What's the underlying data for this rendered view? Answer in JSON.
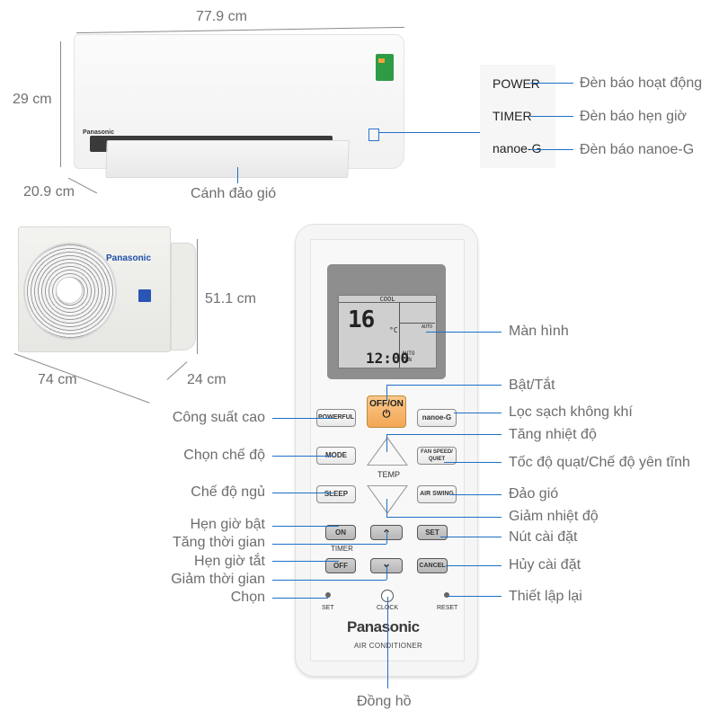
{
  "indoor_unit": {
    "width": "77.9 cm",
    "height": "29 cm",
    "depth": "20.9 cm",
    "brand": "Panasonic",
    "flap_label": "Cánh đảo gió"
  },
  "indicator_panel": {
    "items": [
      {
        "code": "POWER",
        "label": "Đèn báo hoạt động"
      },
      {
        "code": "TIMER",
        "label": "Đèn báo hẹn giờ"
      },
      {
        "code": "nanoe-G",
        "label": "Đèn báo nanoe-G"
      }
    ]
  },
  "outdoor_unit": {
    "brand": "Panasonic",
    "height": "51.1 cm",
    "width": "74 cm",
    "depth": "24 cm"
  },
  "remote": {
    "lcd": {
      "mode": "COOL",
      "temperature": "16",
      "unit": "°C",
      "time": "12:00",
      "fan": "AUTO\nFAN",
      "swing": "AUTO"
    },
    "buttons": {
      "offon": "OFF/ON",
      "power_symbol": "⏻",
      "powerful": "POWERFUL",
      "nanoe": "nanoe-G",
      "mode": "MODE",
      "fan_speed": "FAN SPEED/ QUIET",
      "temp": "TEMP",
      "sleep": "SLEEP",
      "air_swing": "AIR SWING",
      "timer_on": "ON",
      "timer": "TIMER",
      "timer_up": "⌃",
      "set": "SET",
      "timer_off": "OFF",
      "timer_down": "⌄",
      "cancel": "CANCEL",
      "set_small": "SET",
      "clock": "CLOCK",
      "reset": "RESET"
    },
    "brand": "Panasonic",
    "subtitle": "AIR CONDITIONER"
  },
  "callouts_left": [
    "Công suất cao",
    "Chọn chế độ",
    "Chế độ ngủ",
    "Hẹn giờ bật",
    "Tăng thời gian",
    "Hẹn giờ tắt",
    "Giảm thời gian",
    "Chọn"
  ],
  "callouts_right": [
    "Màn hình",
    "Bật/Tắt",
    "Lọc sạch không khí",
    "Tăng nhiệt độ",
    "Tốc độ quạt/Chế độ yên tĩnh",
    "Đảo gió",
    "Giảm nhiệt độ",
    "Nút cài đặt",
    "Hủy cài đặt",
    "Thiết lập lại"
  ],
  "callout_bottom": "Đồng hồ",
  "colors": {
    "callout_line": "#1f6fc7",
    "offon_button": "#f2a754",
    "label_text": "#6d6d6d"
  }
}
